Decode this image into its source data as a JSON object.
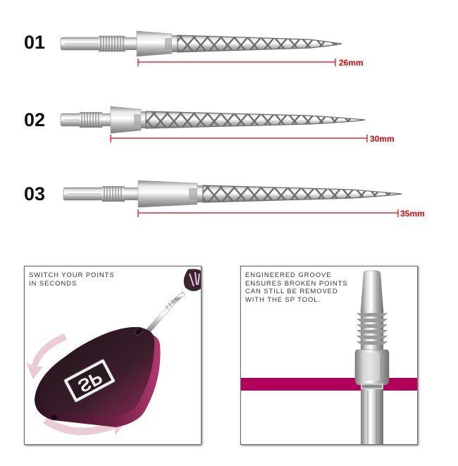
{
  "points": [
    {
      "number": "01",
      "length_label": "26mm",
      "length_mm": 26
    },
    {
      "number": "02",
      "length_label": "30mm",
      "length_mm": 30
    },
    {
      "number": "03",
      "length_label": "35mm",
      "length_mm": 35
    }
  ],
  "panels": [
    {
      "caption": "SWITCH YOUR POINTS\nIN SECONDS",
      "image": "sp-tool-key-with-rotation-arrows",
      "tool_logo": "SP"
    },
    {
      "caption": "ENGINEERED GROOVE\nENSURES BROKEN POINTS\nCAN STILL BE REMOVED\nWITH THE SP TOOL.",
      "image": "point-groove-closeup"
    }
  ],
  "colors": {
    "dimension_line": "#e00000",
    "accent_magenta": "#b0005a",
    "tool_body": "#3a1a28",
    "steel": "#c8c8c8"
  }
}
